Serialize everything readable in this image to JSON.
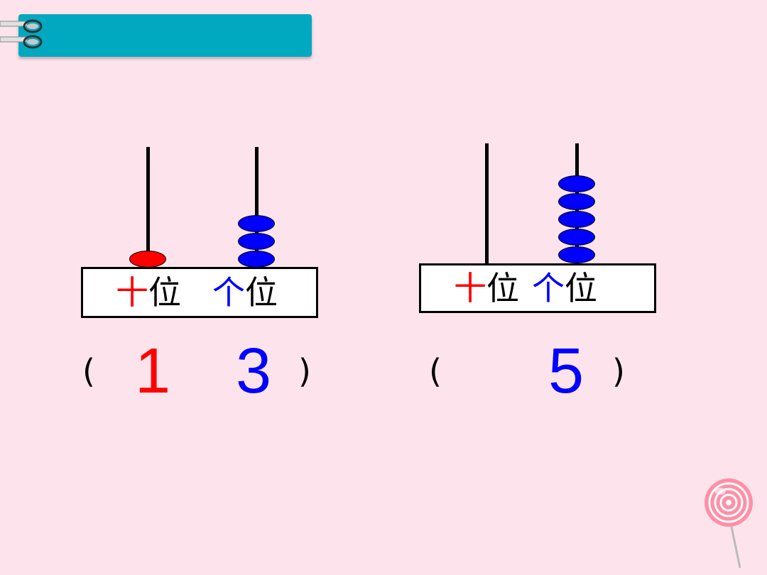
{
  "left_abacus": {
    "tens_label": "十",
    "tens_suffix": "位",
    "ones_label": "个",
    "ones_suffix": "位",
    "tens_beads": 1,
    "ones_beads": 3,
    "answer_open": "(",
    "answer_tens": "1",
    "answer_ones": "3",
    "answer_close": ")"
  },
  "right_abacus": {
    "tens_label": "十",
    "tens_suffix": "位",
    "ones_label": "个",
    "ones_suffix": "位",
    "tens_beads": 0,
    "ones_beads": 5,
    "answer_open": "(",
    "answer_ones": "5",
    "answer_close": ")"
  },
  "colors": {
    "background": "#fde4ec",
    "title_bar": "#00a9c0",
    "tens": "#ff0000",
    "ones": "#0000ff"
  },
  "icons": [
    "binder-rings-icon",
    "lollipop-icon"
  ]
}
